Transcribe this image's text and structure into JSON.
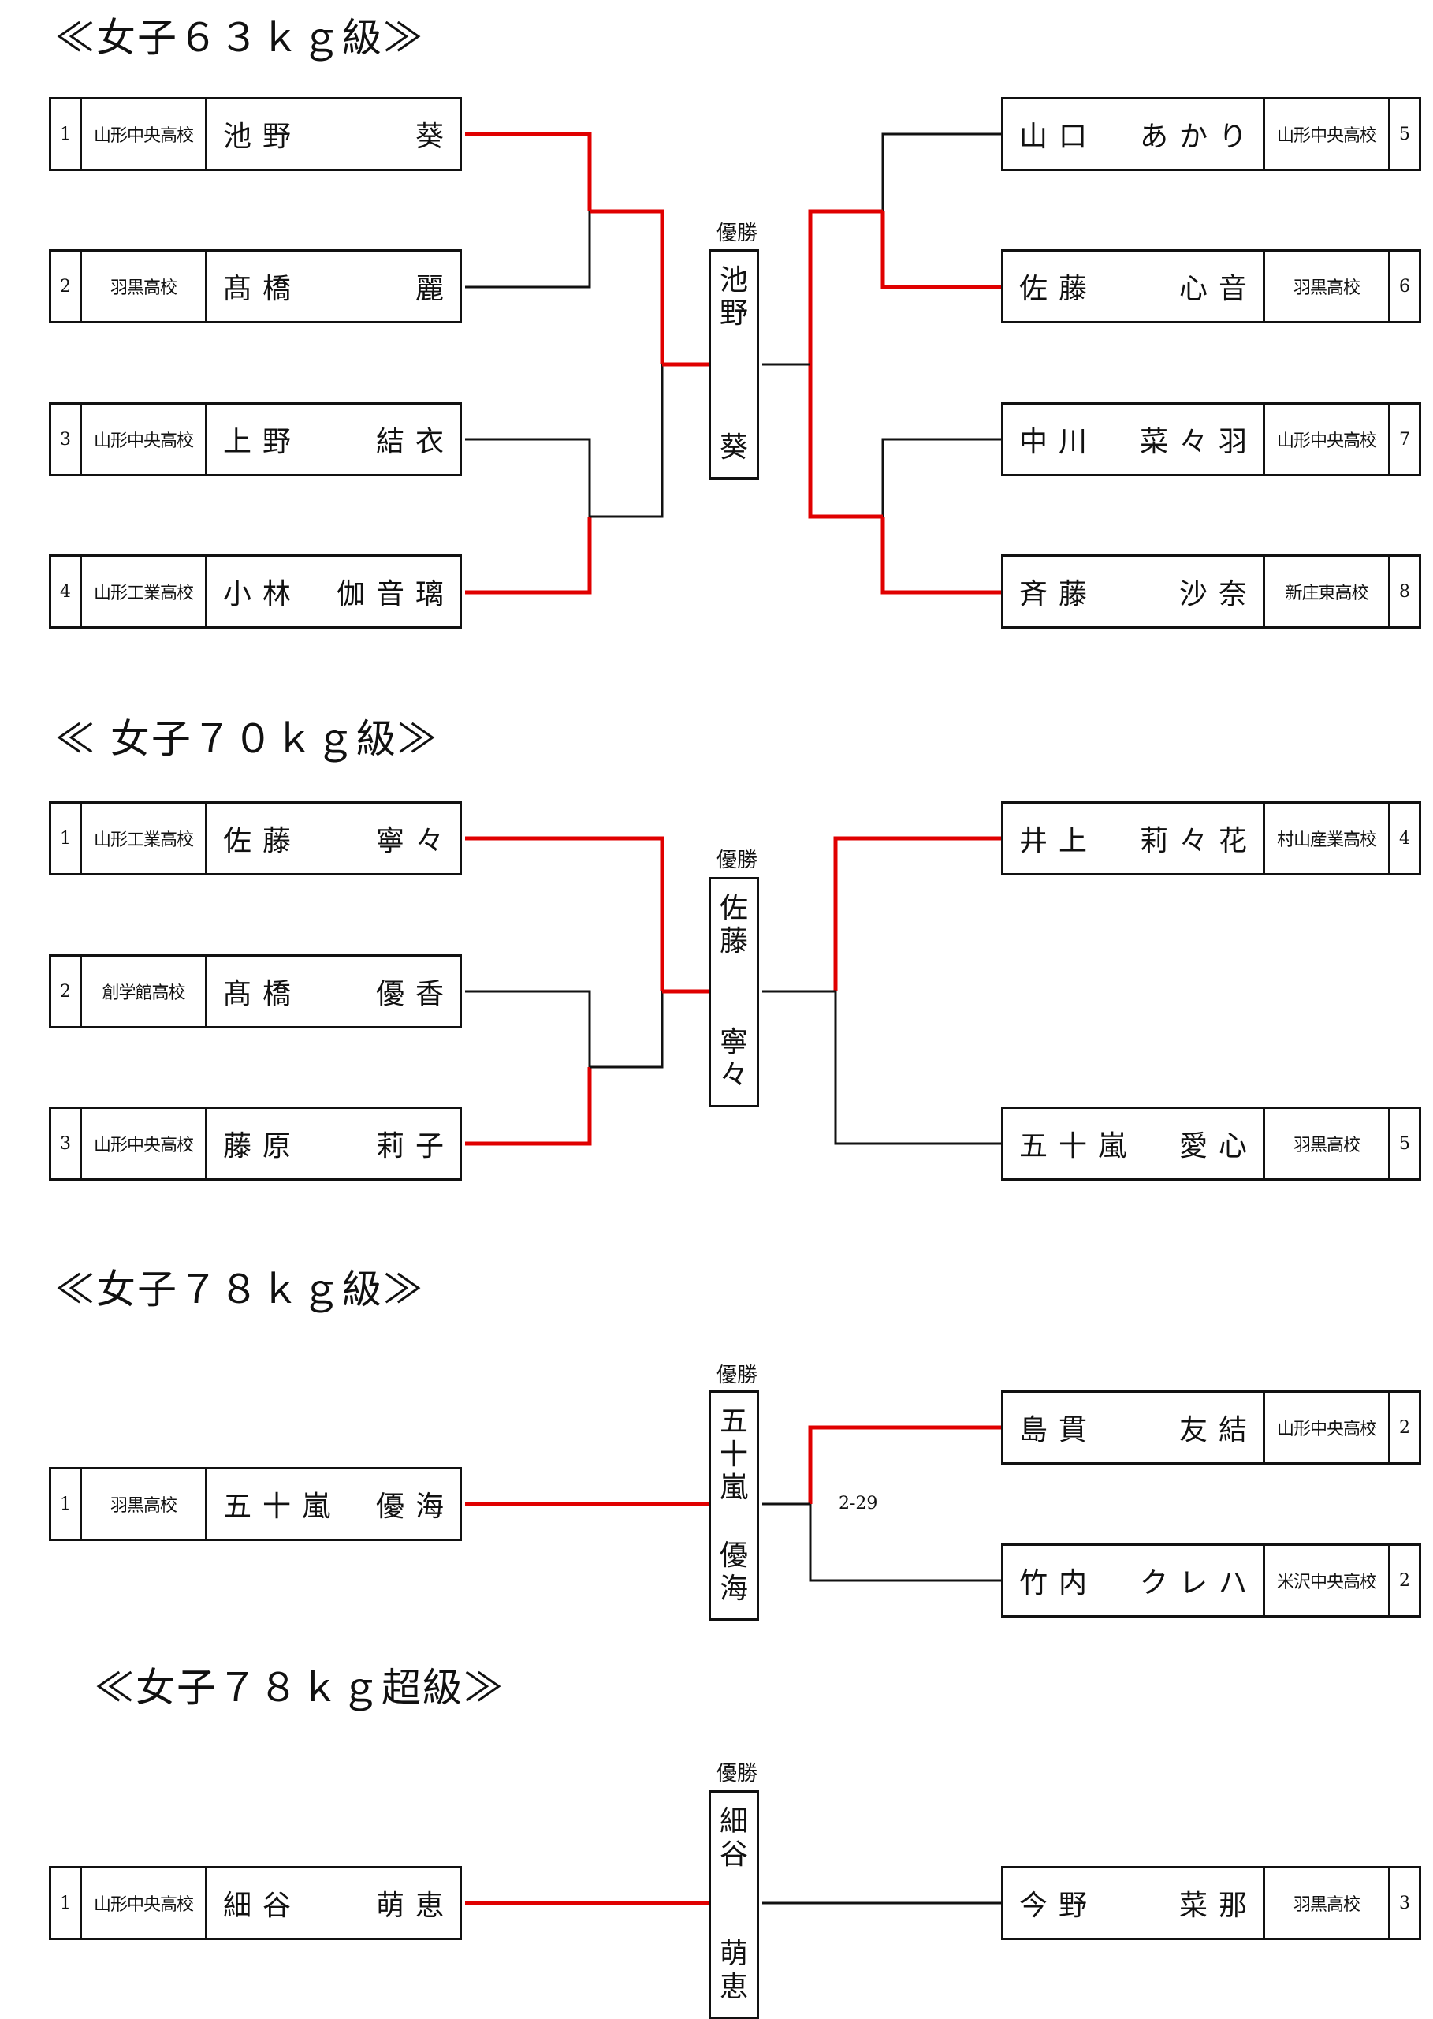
{
  "winner_label": "優勝",
  "sections": [
    {
      "title": "≪女子６３ｋｇ級≫",
      "left": [
        {
          "seed": "1",
          "school": "山形中央高校",
          "name": [
            "池",
            "野",
            "葵"
          ]
        },
        {
          "seed": "2",
          "school": "羽黒高校",
          "name": [
            "髙",
            "橋",
            "麗"
          ]
        },
        {
          "seed": "3",
          "school": "山形中央高校",
          "name": [
            "上",
            "野",
            "結",
            "衣"
          ]
        },
        {
          "seed": "4",
          "school": "山形工業高校",
          "name": [
            "小",
            "林",
            "伽",
            "音",
            "璃"
          ]
        }
      ],
      "right": [
        {
          "seed": "5",
          "school": "山形中央高校",
          "name": [
            "山",
            "口",
            "あ",
            "か",
            "り"
          ]
        },
        {
          "seed": "6",
          "school": "羽黒高校",
          "name": [
            "佐",
            "藤",
            "心",
            "音"
          ]
        },
        {
          "seed": "7",
          "school": "山形中央高校",
          "name": [
            "中",
            "川",
            "菜",
            "々",
            "羽"
          ]
        },
        {
          "seed": "8",
          "school": "新庄東高校",
          "name": [
            "斉",
            "藤",
            "沙",
            "奈"
          ]
        }
      ],
      "winner": [
        "池",
        "野",
        "葵"
      ]
    },
    {
      "title": "≪ 女子７０ｋｇ級≫",
      "left": [
        {
          "seed": "1",
          "school": "山形工業高校",
          "name": [
            "佐",
            "藤",
            "寧",
            "々"
          ]
        },
        {
          "seed": "2",
          "school": "創学館高校",
          "name": [
            "髙",
            "橋",
            "優",
            "香"
          ]
        },
        {
          "seed": "3",
          "school": "山形中央高校",
          "name": [
            "藤",
            "原",
            "莉",
            "子"
          ]
        }
      ],
      "right": [
        {
          "seed": "4",
          "school": "村山産業高校",
          "name": [
            "井",
            "上",
            "莉",
            "々",
            "花"
          ]
        },
        {
          "seed": "5",
          "school": "羽黒高校",
          "name": [
            "五",
            "十",
            "嵐",
            "愛",
            "心"
          ]
        }
      ],
      "winner": [
        "佐",
        "藤",
        "寧",
        "々"
      ]
    },
    {
      "title": "≪女子７８ｋｇ級≫",
      "left": [
        {
          "seed": "1",
          "school": "羽黒高校",
          "name": [
            "五",
            "十",
            "嵐",
            "優",
            "海"
          ]
        }
      ],
      "right": [
        {
          "seed": "2",
          "school": "山形中央高校",
          "name": [
            "島",
            "貫",
            "友",
            "結"
          ]
        },
        {
          "seed": "2",
          "school": "米沢中央高校",
          "name": [
            "竹",
            "内",
            "ク",
            "レ",
            "ハ"
          ]
        }
      ],
      "winner": [
        "五",
        "十",
        "嵐",
        "優",
        "海"
      ],
      "score": "2-29"
    },
    {
      "title": "≪女子７８ｋｇ超級≫",
      "left": [
        {
          "seed": "1",
          "school": "山形中央高校",
          "name": [
            "細",
            "谷",
            "萌",
            "恵"
          ]
        }
      ],
      "right": [
        {
          "seed": "3",
          "school": "羽黒高校",
          "name": [
            "今",
            "野",
            "菜",
            "那"
          ]
        }
      ],
      "winner": [
        "細",
        "谷",
        "萌",
        "恵"
      ]
    }
  ]
}
